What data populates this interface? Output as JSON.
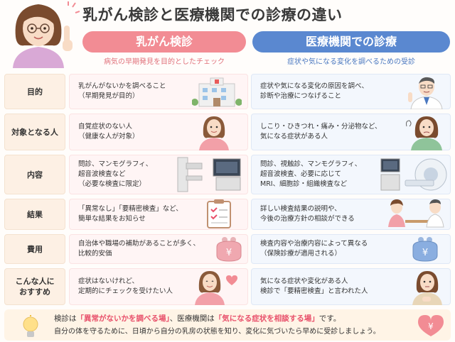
{
  "title": "乳がん検診と医療機関での診療の違い",
  "columns": {
    "left": {
      "label": "乳がん検診",
      "subtitle": "病気の早期発見を目的としたチェック"
    },
    "right": {
      "label": "医療機関での診療",
      "subtitle": "症状や気になる変化を調べるための受診"
    }
  },
  "rows": [
    {
      "label": "目的",
      "left": [
        "乳がんがないかを調べること",
        "（早期発見が目的）"
      ],
      "right": [
        "症状や気になる変化の原因を調べ、",
        "診断や治療につなげること"
      ]
    },
    {
      "label": "対象となる人",
      "left": [
        "自覚症状のない人",
        "（健康な人が対象）"
      ],
      "right": [
        "しこり・ひきつれ・痛み・分泌物など、",
        "気になる症状がある人"
      ]
    },
    {
      "label": "内容",
      "left": [
        "問診、マンモグラフィ、",
        "超音波検査など",
        "（必要な検査に限定）"
      ],
      "right": [
        "問診、視触診、マンモグラフィ、",
        "超音波検査、必要に応じて",
        "MRI、細胞診・組織検査など"
      ]
    },
    {
      "label": "結果",
      "left": [
        "「異常なし」「要精密検査」など、",
        "簡単な結果をお知らせ"
      ],
      "right": [
        "詳しい検査結果の説明や、",
        "今後の治療方針の相談ができる"
      ]
    },
    {
      "label": "費用",
      "left": [
        "自治体や職場の補助があることが多く、",
        "比較的安価"
      ],
      "right": [
        "検査内容や治療内容によって異なる",
        "（保険診療が適用される）"
      ]
    },
    {
      "label_lines": [
        "こんな人に",
        "おすすめ"
      ],
      "left": [
        "症状はないけれど、",
        "定期的にチェックを受けたい人"
      ],
      "right": [
        "気になる症状や変化がある人",
        "検診で「要精密検査」と言われた人"
      ]
    }
  ],
  "footer": {
    "line1_a": "検診は",
    "line1_b": "「異常がないかを調べる場」",
    "line1_c": "、医療機関は",
    "line1_d": "「気になる症状を相談する場」",
    "line1_e": "です。",
    "line2": "自分の体を守るために、日頃から自分の乳房の状態を知り、変化に気づいたら早めに受診しましょう。"
  },
  "icons": {
    "yen_symbol": "¥",
    "heart_yen": "¥"
  },
  "colors": {
    "pink_header": "#f28c94",
    "blue_header": "#5a88d0",
    "highlight": "#e8506a"
  }
}
